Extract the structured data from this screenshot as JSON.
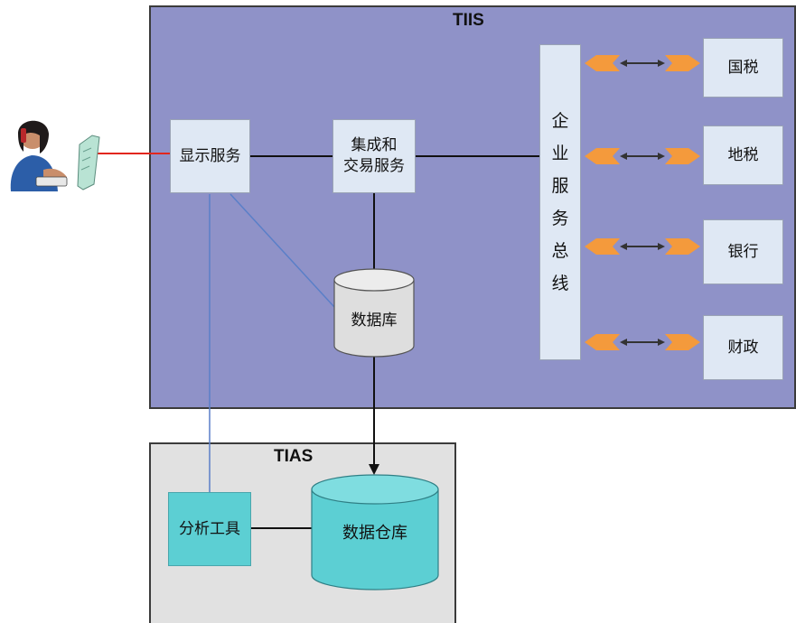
{
  "tiis": {
    "title": "TIIS"
  },
  "tias": {
    "title": "TIAS"
  },
  "nodes": {
    "display_service": "显示服务",
    "integration_service": "集成和\n交易服务",
    "database": "数据库",
    "enterprise_bus": [
      "企",
      "业",
      "服",
      "务",
      "总",
      "线"
    ],
    "guoshui": "国税",
    "dishui": "地税",
    "bank": "银行",
    "finance": "财政",
    "analysis_tools": "分析工具",
    "data_warehouse": "数据仓库"
  },
  "colors": {
    "tiis_bg": "#8f92c8",
    "tias_bg": "#e1e1e1",
    "box_bg": "#dfe8f4",
    "teal": "#5ccfd3",
    "arrow_orange": "#f49a3c",
    "red_line": "#e2261d",
    "blue_line": "#5a7fc8"
  },
  "icons": {
    "user": "user-with-phone-icon",
    "phone": "handset-icon"
  }
}
